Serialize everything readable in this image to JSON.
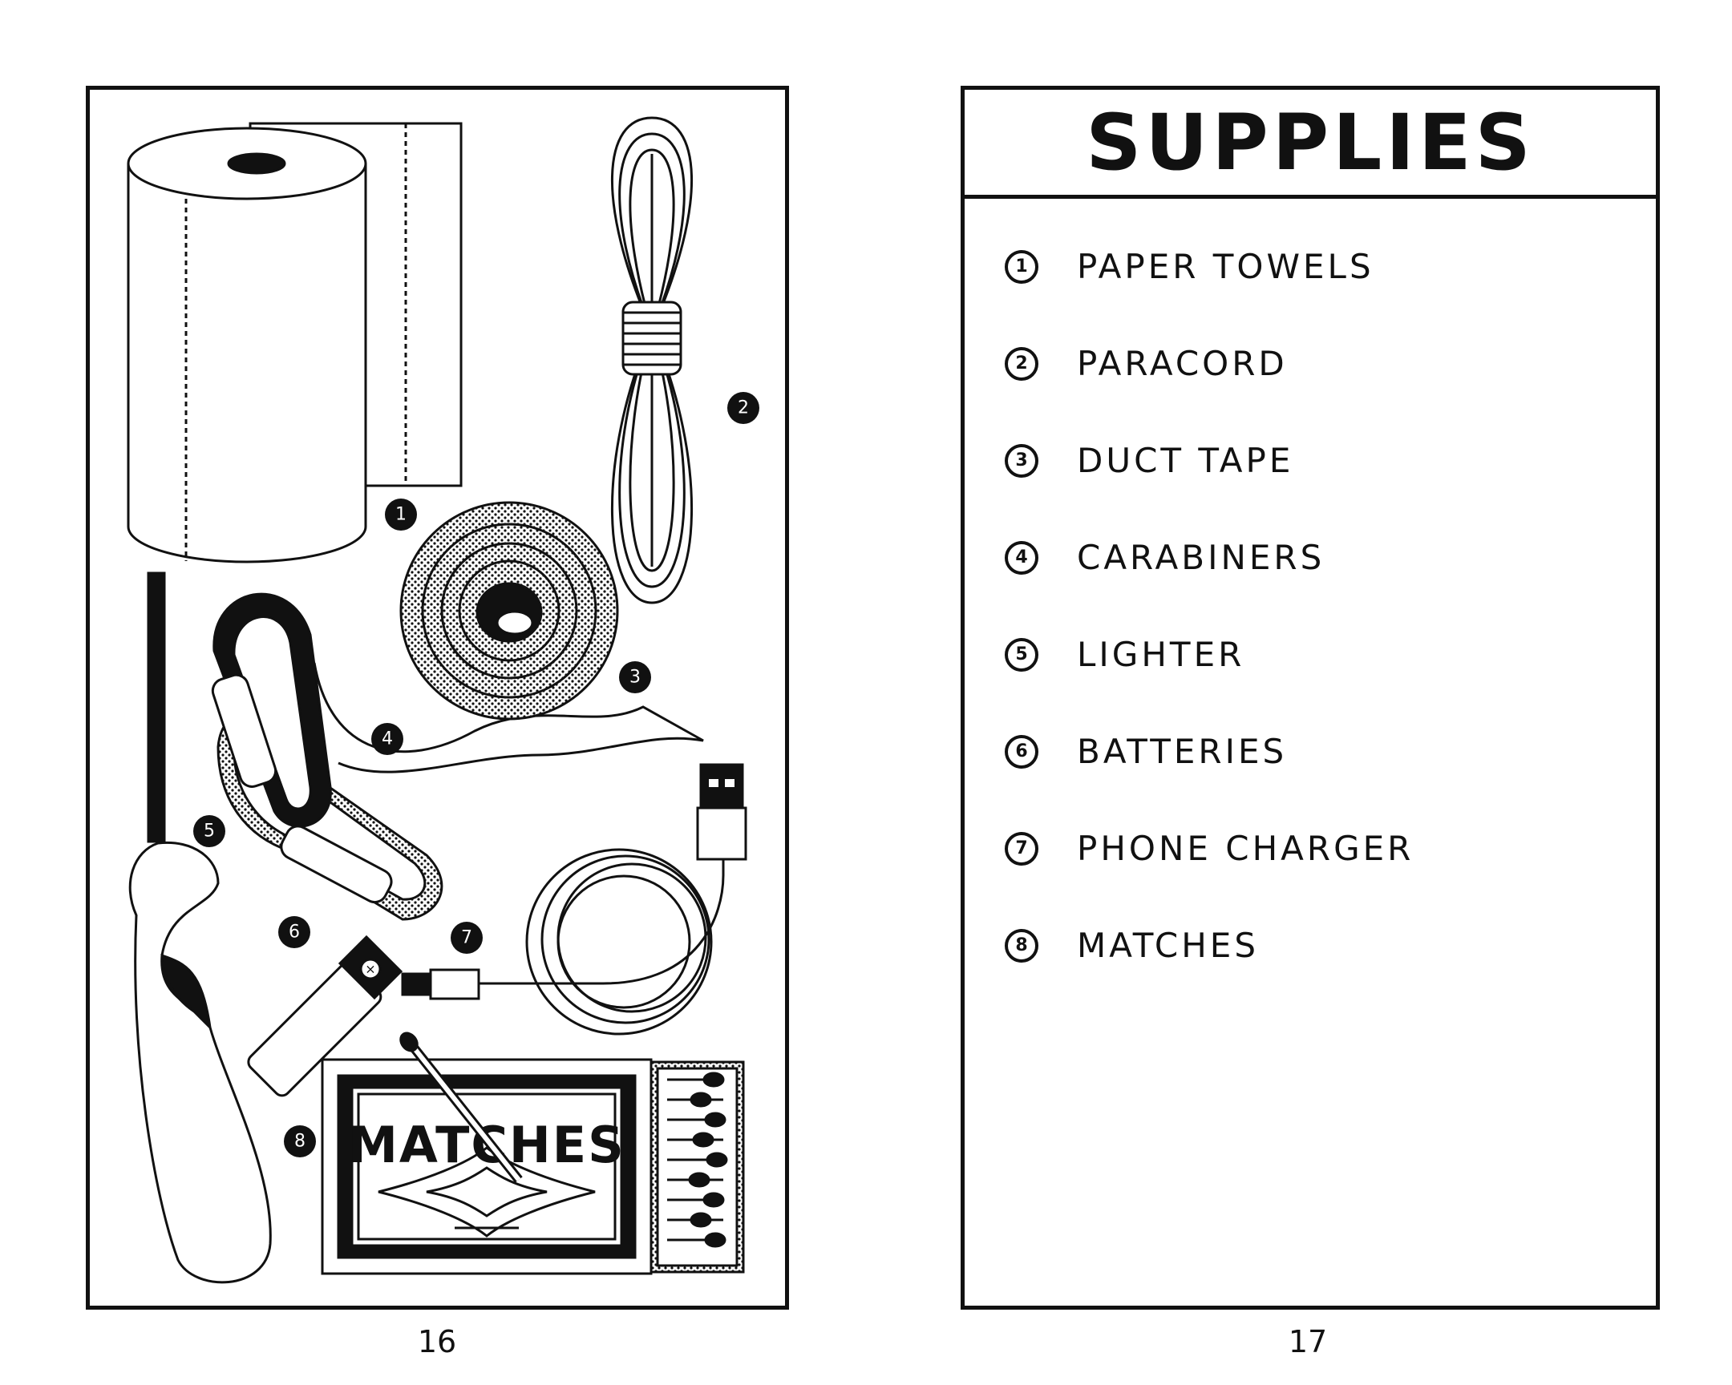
{
  "left_page": {
    "page_number": "16",
    "box_label": "MATCHES",
    "markers": [
      "1",
      "2",
      "3",
      "4",
      "5",
      "6",
      "7",
      "8"
    ]
  },
  "right_page": {
    "page_number": "17",
    "title": "SUPPLIES",
    "items": [
      {
        "number": "1",
        "label": "PAPER TOWELS"
      },
      {
        "number": "2",
        "label": "PARACORD"
      },
      {
        "number": "3",
        "label": "DUCT TAPE"
      },
      {
        "number": "4",
        "label": "CARABINERS"
      },
      {
        "number": "5",
        "label": "LIGHTER"
      },
      {
        "number": "6",
        "label": "BATTERIES"
      },
      {
        "number": "7",
        "label": "PHONE CHARGER"
      },
      {
        "number": "8",
        "label": "MATCHES"
      }
    ]
  }
}
